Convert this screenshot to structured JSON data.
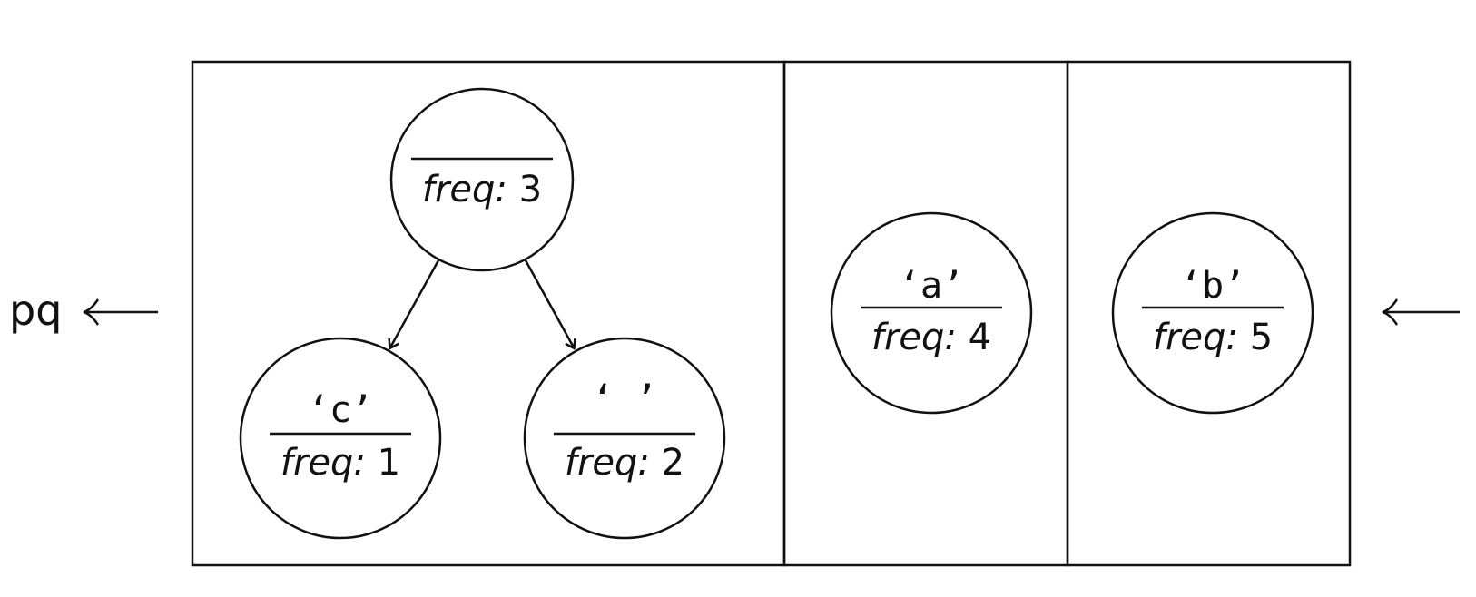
{
  "queue_label": "pq",
  "freq_label": "freq:",
  "nodes": {
    "root": {
      "char": "",
      "freq": "3"
    },
    "c": {
      "char": "‘c’",
      "freq": "1"
    },
    "space": {
      "char": "‘ ’",
      "freq": "2"
    },
    "a": {
      "char": "‘a’",
      "freq": "4"
    },
    "b": {
      "char": "‘b’",
      "freq": "5"
    }
  }
}
